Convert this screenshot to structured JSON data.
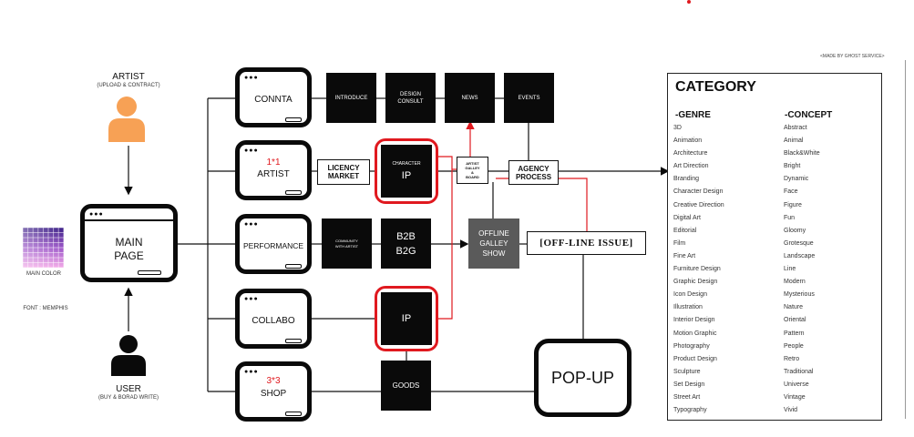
{
  "made_by": "<MADE BY GHOST SERVICE>",
  "artist": {
    "title": "ARTIST",
    "subtitle": "(UPLOAD & CONTRACT)"
  },
  "user": {
    "title": "USER",
    "subtitle": "(BUY & BORAD WRITE)"
  },
  "main_page": {
    "line1": "MAIN",
    "line2": "PAGE"
  },
  "main_color_label": "MAIN COLOR",
  "font_label": "FONT : MEMPHIS",
  "menu": {
    "connta": "CONNTA",
    "artist_num": "1*1",
    "artist": "ARTIST",
    "performance": "PERFORMANCE",
    "collabo": "COLLABO",
    "shop_num": "3*3",
    "shop": "SHOP"
  },
  "connta_boxes": {
    "introduce": "INTRODUCE",
    "design_consult_1": "DESIGN",
    "design_consult_2": "CONSULT",
    "news": "NEWS",
    "events": "EVENTS"
  },
  "licence_market_1": "LICENCY",
  "licence_market_2": "MARKET",
  "character_ip_small": "CHARACTER",
  "character_ip": "IP",
  "artist_galley_board": [
    "ARTIST",
    "GALLEY",
    "&",
    "BOARD"
  ],
  "agency_process_1": "AGENCY",
  "agency_process_2": "PROCESS",
  "community_1": "COMMUNITY",
  "community_2": "WITH ARTIST",
  "b2b": "B2B",
  "b2g": "B2G",
  "offline_galley": [
    "OFFLINE",
    "GALLEY",
    "SHOW"
  ],
  "offline_issue": "[OFF-LINE ISSUE]",
  "collabo_ip": "IP",
  "goods": "GOODS",
  "popup": "POP-UP",
  "category": {
    "title": "CATEGORY",
    "genre_title": "-GENRE",
    "concept_title": "-CONCEPT",
    "genre": [
      "3D",
      "Animation",
      "Architecture",
      "Art Direction",
      "Branding",
      "Character Design",
      "Creative Direction",
      "Digital Art",
      "Editorial",
      "Film",
      "Fine Art",
      "Furniture Design",
      "Graphic Design",
      "Icon Design",
      "Illustration",
      "Interior Design",
      "Motion Graphic",
      "Photography",
      "Product Design",
      "Sculpture",
      "Set Design",
      "Street Art",
      "Typography"
    ],
    "concept": [
      "Abstract",
      "Animal",
      "Black&White",
      "Bright",
      "Dynamic",
      "Face",
      "Figure",
      "Fun",
      "Gloomy",
      "Grotesque",
      "Landscape",
      "Line",
      "Modern",
      "Mysterious",
      "Nature",
      "Oriental",
      "Pattern",
      "People",
      "Retro",
      "Traditional",
      "Universe",
      "Vintage",
      "Vivid"
    ]
  },
  "colors": {
    "highlight": "#e0191f",
    "ink": "#0a0a0a",
    "person": "#f7a155",
    "offline_bg": "#5a5a5a",
    "palette_top": "#3a1f86",
    "palette_bottom": "#f4a9e8"
  },
  "icons": {
    "artist": "person-icon-orange",
    "user": "person-icon-black",
    "window_dots": "window-dots-icon"
  }
}
